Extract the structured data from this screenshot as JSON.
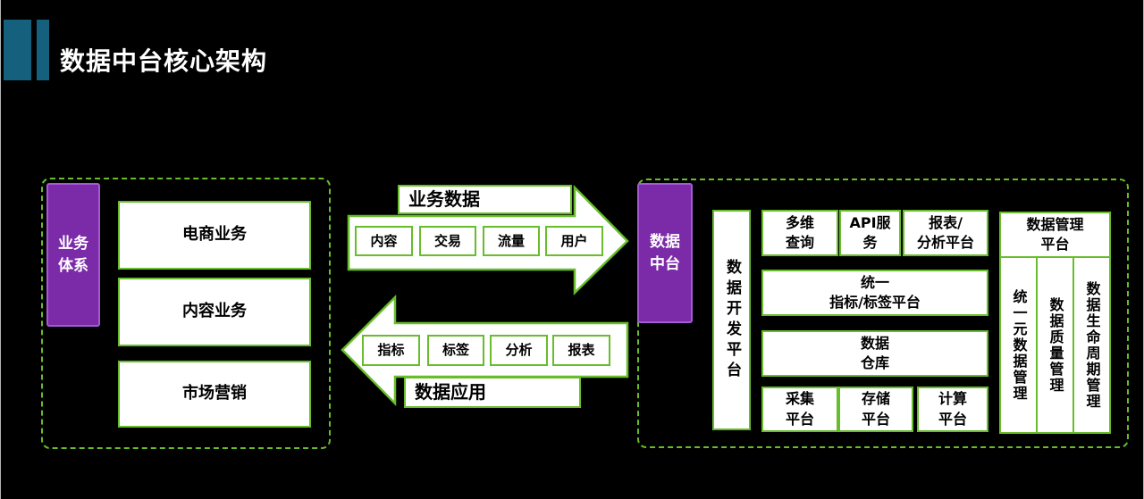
{
  "title": "数据中台核心架构",
  "colors": {
    "accent_green": "#67bd2b",
    "accent_purple": "#7b2ba8",
    "purple_border": "#a55ad2",
    "teal": "#15607d",
    "background": "#000000",
    "box_background": "#ffffff"
  },
  "left_section": {
    "label": "业务\n体系",
    "boxes": [
      "电商业务",
      "内容业务",
      "市场营销"
    ]
  },
  "flow_to_platform": {
    "label": "业务数据",
    "tags": [
      "内容",
      "交易",
      "流量",
      "用户"
    ]
  },
  "flow_to_business": {
    "label": "数据应用",
    "tags": [
      "指标",
      "标签",
      "分析",
      "报表"
    ]
  },
  "right_section": {
    "label": "数据\n中台",
    "dev_platform": "数据开发平台",
    "top_row": [
      "多维\n查询",
      "API服\n务",
      "报表/\n分析平台"
    ],
    "unified_platform": "统一\n指标/标签平台",
    "warehouse": "数据\n仓库",
    "bottom_row": [
      "采集\n平台",
      "存储\n平台",
      "计算\n平台"
    ],
    "management": {
      "header": "数据管理\n平台",
      "columns": [
        "统一元数据管理",
        "数据质量管理",
        "数据生命周期管理"
      ]
    }
  }
}
